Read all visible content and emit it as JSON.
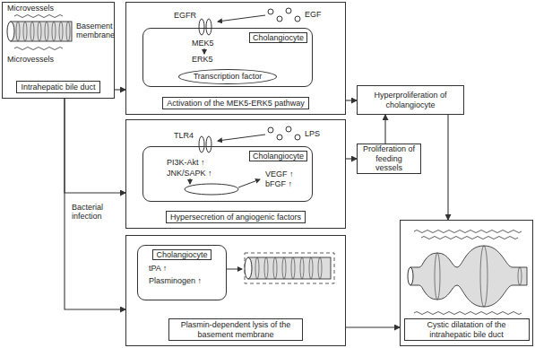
{
  "diagram": {
    "nodes": [
      {
        "text": [
          "Intrahepatic bile duct"
        ]
      },
      {
        "text": [
          "Activation of the MEK5-ERK5 pathway"
        ]
      },
      {
        "text": [
          "Cholangiocyte"
        ],
        "in": 1
      },
      {
        "text": [
          "Transcription factor"
        ],
        "in": 2
      },
      {
        "text": [
          "Hypersecretion of angiogenic factors"
        ]
      },
      {
        "text": [
          "Cholangiocyte"
        ],
        "in": 4
      },
      {
        "text": [
          "Plasmin-dependent lysis of the basement membrane"
        ]
      },
      {
        "text": [
          "Cholangiocyte"
        ],
        "in": 6
      },
      {
        "text": [
          "Hyperproliferation of cholangiocyte"
        ]
      },
      {
        "text": [
          "Proliferation of feeding vessels"
        ]
      },
      {
        "text": [
          "Cystic dilatation of the intrahepatic bile duct"
        ]
      }
    ],
    "edges": [
      {
        "from": 0,
        "to": 1,
        "arrow": "to"
      },
      {
        "from": 0,
        "to": 4,
        "arrow": "to"
      },
      {
        "from": 0,
        "to": 6,
        "arrow": "to"
      },
      {
        "from": 1,
        "to": 8,
        "arrow": "to"
      },
      {
        "from": 4,
        "to": 9,
        "arrow": "to"
      },
      {
        "from": 9,
        "to": 8,
        "arrow": "to"
      },
      {
        "from": 8,
        "to": 10,
        "arrow": "to"
      },
      {
        "from": 6,
        "to": 10,
        "arrow": "to"
      }
    ],
    "labels": [
      "Microvessels",
      "Basement membrane",
      "Microvessels",
      "EGFR",
      "EGF",
      "MEK5",
      "ERK5",
      "TLR4",
      "LPS",
      "PI3K-Akt ↑",
      "JNK/SAPK ↑",
      "VEGF ↑",
      "bFGF ↑",
      "tPA ↑",
      "Plasminogen ↑",
      "Bacterial infection"
    ]
  }
}
